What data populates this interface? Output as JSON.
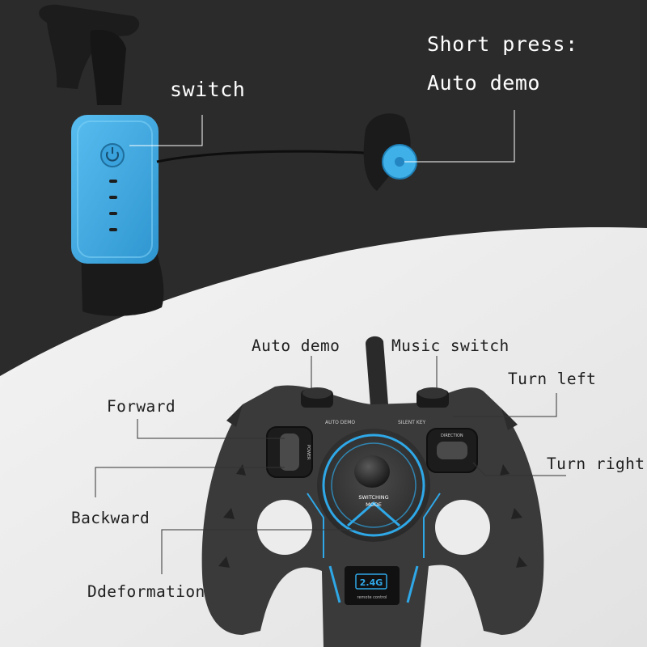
{
  "labels": {
    "switch": "switch",
    "short_press": "Short press:",
    "auto_demo_top": "Auto demo",
    "auto_demo": "Auto demo",
    "music_switch": "Music switch",
    "turn_left": "Turn left",
    "forward": "Forward",
    "turn_right": "Turn right",
    "backward": "Backward",
    "deformation": "Ddeformation"
  },
  "controller_markings": {
    "auto_demo": "AUTO DEMO",
    "silent_key": "SILENT KEY",
    "direction": "DIRECTION",
    "power": "POWER",
    "switching": "SWITCHING",
    "mode": "MODE",
    "frequency": "2.4G",
    "remote": "remote control"
  },
  "colors": {
    "dark_background": "#2b2b2b",
    "light_background": "#ececec",
    "remote_blue": "#3fa9e0",
    "controller_body": "#3a3a3a",
    "accent_blue": "#2fa8e8"
  }
}
